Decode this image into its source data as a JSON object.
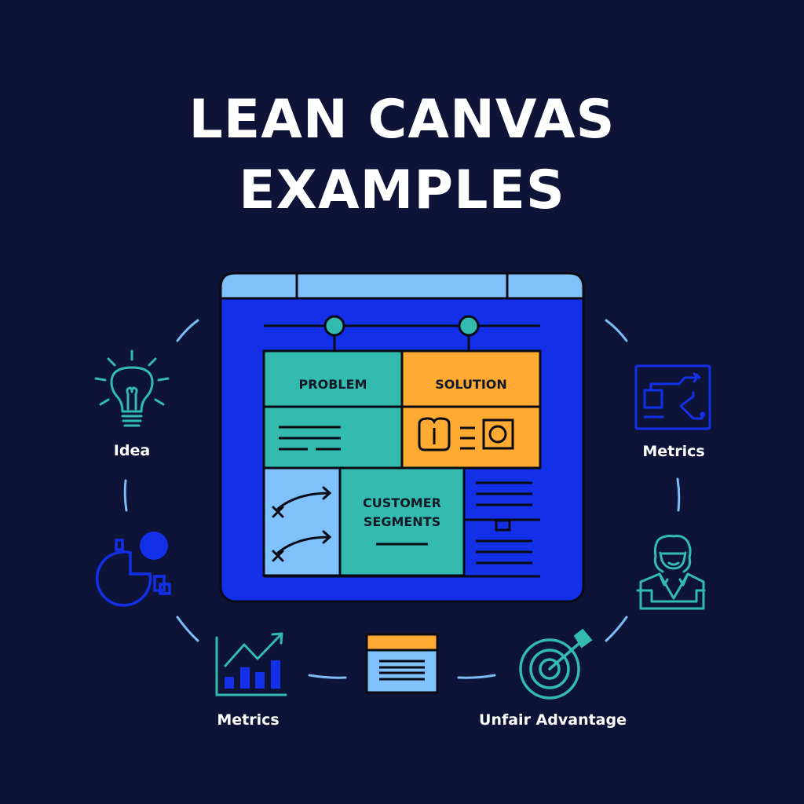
{
  "title": {
    "line1": "LEAN CANVAS",
    "line2": "EXAMPLES"
  },
  "canvas": {
    "cells": {
      "problem": "PROBLEM",
      "solution": "SOLUTION",
      "customer_segments_line1": "CUSTOMER",
      "customer_segments_line2": "SEGMENTS"
    }
  },
  "orbit_items": [
    {
      "label": "Idea",
      "icon": "lightbulb-icon"
    },
    {
      "label": "Metrics",
      "icon": "circuit-board-icon"
    },
    {
      "label": "",
      "icon": "pie-shapes-icon"
    },
    {
      "label": "",
      "icon": "businesswoman-icon"
    },
    {
      "label": "Metrics",
      "icon": "bar-chart-trend-icon"
    },
    {
      "label": "",
      "icon": "document-window-icon"
    },
    {
      "label": "Unfair Advantage",
      "icon": "target-arrow-icon"
    }
  ],
  "colors": {
    "background": "#0e1338",
    "canvas_blue": "#1330e8",
    "light_blue": "#7fc1fb",
    "teal": "#33bbb0",
    "orange": "#ffab33",
    "outline": "#0a0a14",
    "orbit_dash": "#7cbcf5"
  }
}
